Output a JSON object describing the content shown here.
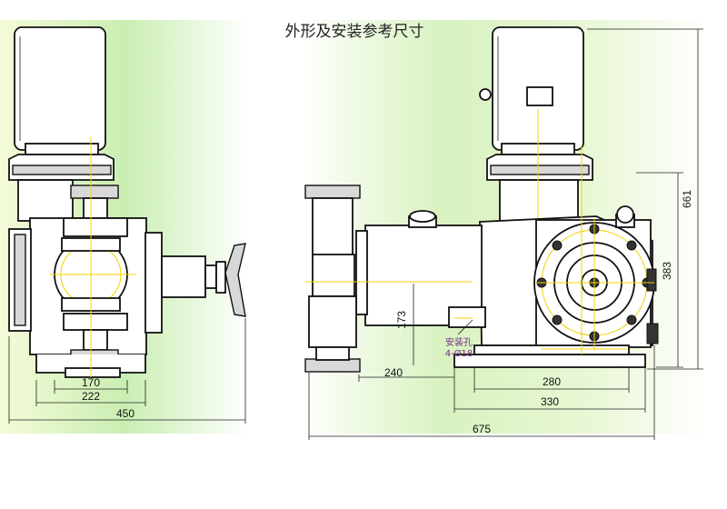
{
  "title": "外形及安装参考尺寸",
  "dims": {
    "d170": "170",
    "d222": "222",
    "d450": "450",
    "d240": "240",
    "d173": "173",
    "d280": "280",
    "d330": "330",
    "d675": "675",
    "d383": "383",
    "d661": "661"
  },
  "notes": {
    "mount_line1": "安装孔",
    "mount_line2": "4-Ø18"
  }
}
